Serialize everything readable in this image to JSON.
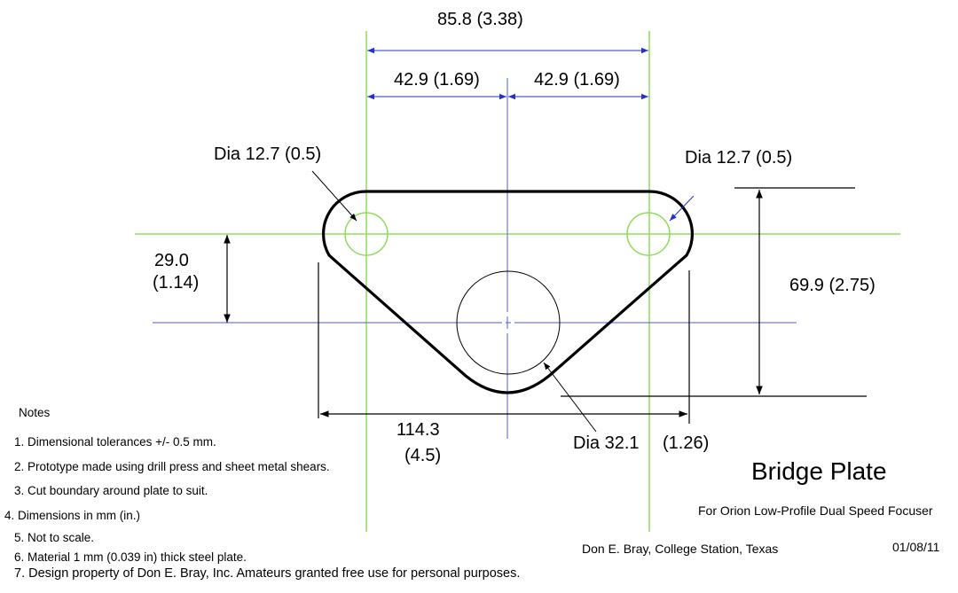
{
  "drawing": {
    "title": "Bridge Plate",
    "subtitle": "For Orion Low-Profile Dual Speed Focuser",
    "author": "Don E. Bray, College Station, Texas",
    "date": "01/08/11"
  },
  "dimensions": {
    "overall_hole_spacing": "85.8 (3.38)",
    "left_half_spacing": "42.9 (1.69)",
    "right_half_spacing": "42.9 (1.69)",
    "left_hole_dia": "Dia 12.7 (0.5)",
    "right_hole_dia": "Dia 12.7 (0.5)",
    "vertical_offset_mm": "29.0",
    "vertical_offset_in": "(1.14)",
    "overall_height": "69.9 (2.75)",
    "overall_width_mm": "114.3",
    "overall_width_in": "(4.5)",
    "center_hole_dia": "Dia 32.1",
    "center_hole_dia_in": "(1.26)"
  },
  "notes": {
    "heading": "Notes",
    "items": [
      "1. Dimensional tolerances +/- 0.5 mm.",
      "2. Prototype made using drill press and sheet metal shears.",
      "3. Cut boundary around plate to suit.",
      "4. Dimensions in mm (in.)",
      "5. Not to scale.",
      "6. Material 1 mm (0.039 in) thick steel plate.",
      "7. Design property of Don E. Bray, Inc. Amateurs granted free use for personal purposes."
    ]
  },
  "colors": {
    "outline": "#000000",
    "green_centerline": "#8fdc5a",
    "blue_centerline": "#4a5fd6",
    "dim_arrow_blue": "#2233cc"
  }
}
